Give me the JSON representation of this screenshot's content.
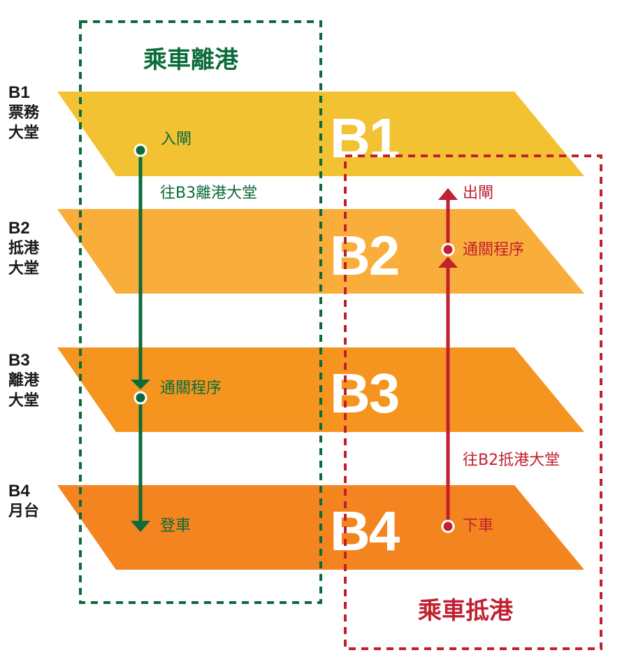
{
  "colors": {
    "b1": "#f2c232",
    "b2": "#f9ae3b",
    "b3": "#f5951f",
    "b4": "#f48420",
    "departure_green": "#0b6b3a",
    "arrival_red": "#c0202f",
    "label_dark": "#1a1a1a"
  },
  "floors": [
    {
      "code": "B1",
      "name_line1": "票務",
      "name_line2": "大堂"
    },
    {
      "code": "B2",
      "name_line1": "抵港",
      "name_line2": "大堂"
    },
    {
      "code": "B3",
      "name_line1": "離港",
      "name_line2": "大堂"
    },
    {
      "code": "B4",
      "name_line1": "月台",
      "name_line2": ""
    }
  ],
  "band_codes": [
    "B1",
    "B2",
    "B3",
    "B4"
  ],
  "departure": {
    "title": "乘車離港",
    "steps": {
      "enter_gate": "入閘",
      "to_b3": "往B3離港大堂",
      "customs": "通關程序",
      "board": "登車"
    }
  },
  "arrival": {
    "title": "乘車抵港",
    "steps": {
      "alight": "下車",
      "to_b2": "往B2抵港大堂",
      "customs": "通關程序",
      "exit_gate": "出閘"
    }
  }
}
